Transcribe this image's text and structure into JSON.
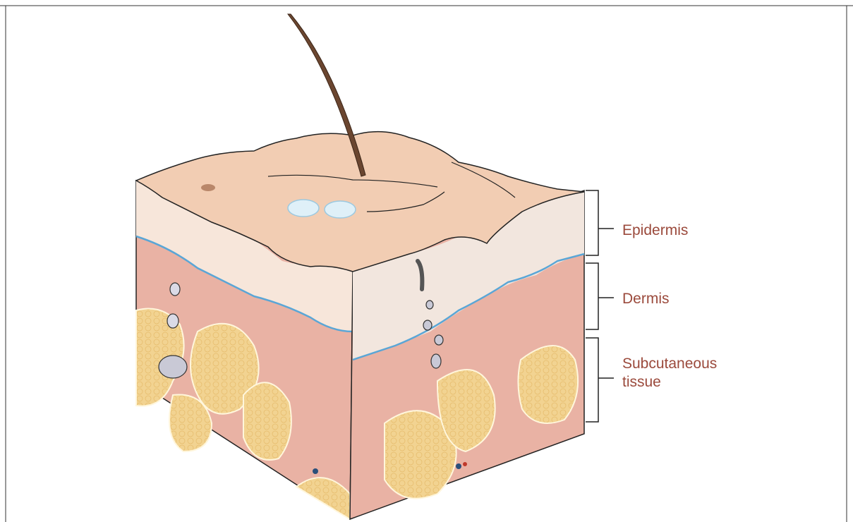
{
  "labels": {
    "epidermis": "Epidermis",
    "dermis": "Dermis",
    "subcutaneous_line1": "Subcutaneous",
    "subcutaneous_line2": "tissue"
  },
  "colors": {
    "label_text": "#9b4a3c",
    "skin_surface": "#f2cdb3",
    "epidermis_layer": "#f7e6da",
    "dermis": "#e9b2a4",
    "fat": "#f0d08f",
    "basement_line": "#5aa6d6",
    "hair": "#6b4630"
  }
}
